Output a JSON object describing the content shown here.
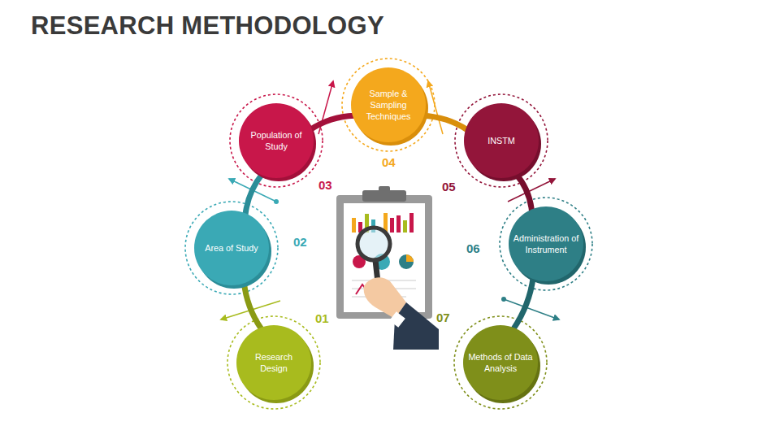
{
  "diagram": {
    "title": "RESEARCH METHODOLOGY",
    "nodes": [
      {
        "text": [
          "Research Design"
        ]
      },
      {
        "text": [
          "Area of Study"
        ]
      },
      {
        "text": [
          "Population of Study"
        ]
      },
      {
        "text": [
          "Sample & Sampling Techniques"
        ]
      },
      {
        "text": [
          "INSTM"
        ]
      },
      {
        "text": [
          "Administration of Instrument"
        ]
      },
      {
        "text": [
          "Methods of Data Analysis"
        ]
      }
    ],
    "edges": [
      {
        "from": 0,
        "to": 1,
        "arrow": "none"
      },
      {
        "from": 1,
        "to": 2,
        "arrow": "none"
      },
      {
        "from": 2,
        "to": 3,
        "arrow": "none"
      },
      {
        "from": 3,
        "to": 4,
        "arrow": "none"
      },
      {
        "from": 4,
        "to": 5,
        "arrow": "none"
      },
      {
        "from": 5,
        "to": 6,
        "arrow": "none"
      }
    ],
    "labels": [
      "01",
      "02",
      "03",
      "04",
      "05",
      "06",
      "07"
    ]
  }
}
